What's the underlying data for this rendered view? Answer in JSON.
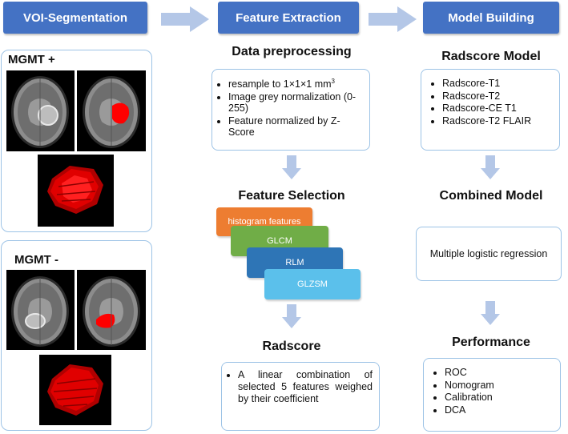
{
  "headers": {
    "seg": "VOI-Segmentation",
    "feat": "Feature Extraction",
    "model": "Model Building"
  },
  "seg": {
    "pos_label": "MGMT +",
    "neg_label": "MGMT -"
  },
  "preproc": {
    "title": "Data preprocessing",
    "items": [
      "resample to 1×1×1 mm",
      "Image grey normalization (0-255)",
      "Feature normalized by Z-Score"
    ],
    "superscript": "3"
  },
  "selection": {
    "title": "Feature Selection",
    "layers": [
      "histogram features",
      "GLCM",
      "RLM",
      "GLZSM"
    ],
    "colors": [
      "#ed7d31",
      "#70ad47",
      "#2e75b6",
      "#5bc0eb"
    ]
  },
  "radscore": {
    "title": "Radscore",
    "items": [
      "A linear combination of selected 5 features weighed by their coefficient"
    ]
  },
  "rmodel": {
    "title": "Radscore Model",
    "items": [
      "Radscore-T1",
      "Radscore-T2",
      "Radscore-CE T1",
      "Radscore-T2 FLAIR"
    ]
  },
  "combined": {
    "title": "Combined Model",
    "text": "Multiple logistic regression"
  },
  "performance": {
    "title": "Performance",
    "items": [
      "ROC",
      "Nomogram",
      "Calibration",
      "DCA"
    ]
  },
  "colors": {
    "header": "#4472c4",
    "arrow": "#b4c7e7",
    "border": "#9dc3e6",
    "tumor": "#ff0000"
  }
}
